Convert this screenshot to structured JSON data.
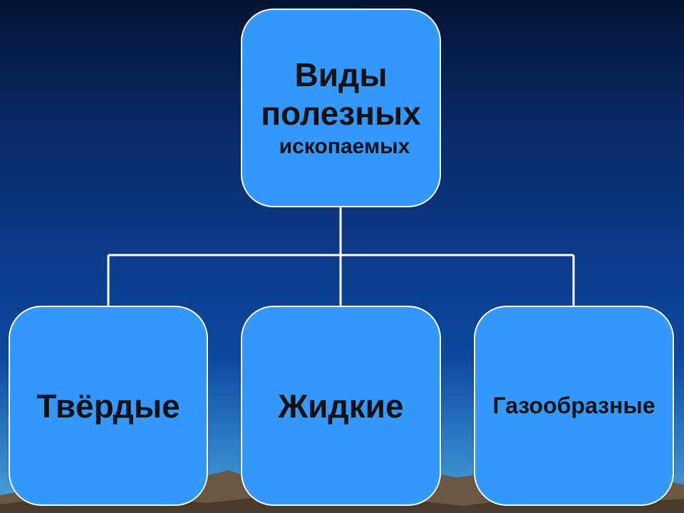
{
  "root": {
    "line1": "Виды",
    "line2": "полезных",
    "line3": "ископаемых"
  },
  "children": [
    {
      "label": "Твёрдые"
    },
    {
      "label": "Жидкие"
    },
    {
      "label": "Газообразные"
    }
  ],
  "colors": {
    "node_fill": "#3399ff",
    "node_border": "#ffffff",
    "connector": "#ffffff",
    "text": "#111111"
  }
}
